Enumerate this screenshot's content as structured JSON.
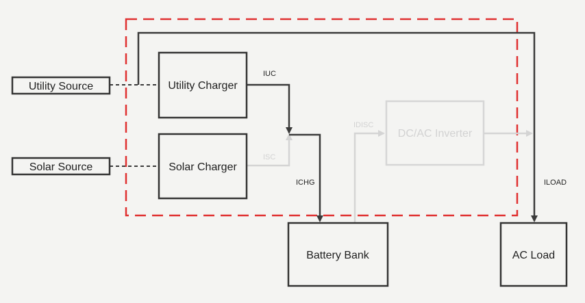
{
  "blocks": {
    "utility_source": "Utility Source",
    "solar_source": "Solar Source",
    "utility_charger": "Utility Charger",
    "solar_charger": "Solar Charger",
    "inverter": "DC/AC Inverter",
    "battery_bank": "Battery Bank",
    "ac_load": "AC Load"
  },
  "currents": {
    "uc": "IUC",
    "sc": "ISC",
    "chg": "ICHG",
    "dischg": "IDISC",
    "load": "ILOAD"
  },
  "colors": {
    "boundary": "#e03030",
    "active": "#3a3a3a",
    "inactive": "#d4d4d4"
  }
}
